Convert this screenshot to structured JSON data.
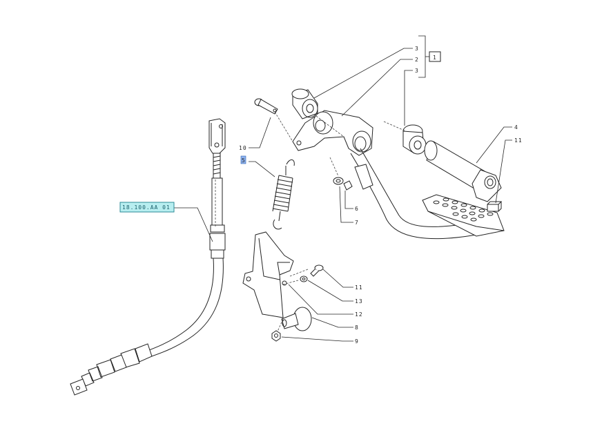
{
  "diagram": {
    "callouts": {
      "c3_top": "3",
      "c2": "2",
      "c3_bottom": "3",
      "c1_box": "1",
      "c4": "4",
      "c11_top": "11",
      "c10": "10",
      "c5": "5",
      "c6": "6",
      "c7": "7",
      "c11_mid": "11",
      "c13": "13",
      "c12": "12",
      "c8": "8",
      "c9": "9"
    },
    "reference_link": "18.100.AA 01",
    "colors": {
      "ref_fill": "#b8eef0",
      "ref_border": "#2a8a96",
      "highlight_fill": "#8fb3f0"
    }
  }
}
